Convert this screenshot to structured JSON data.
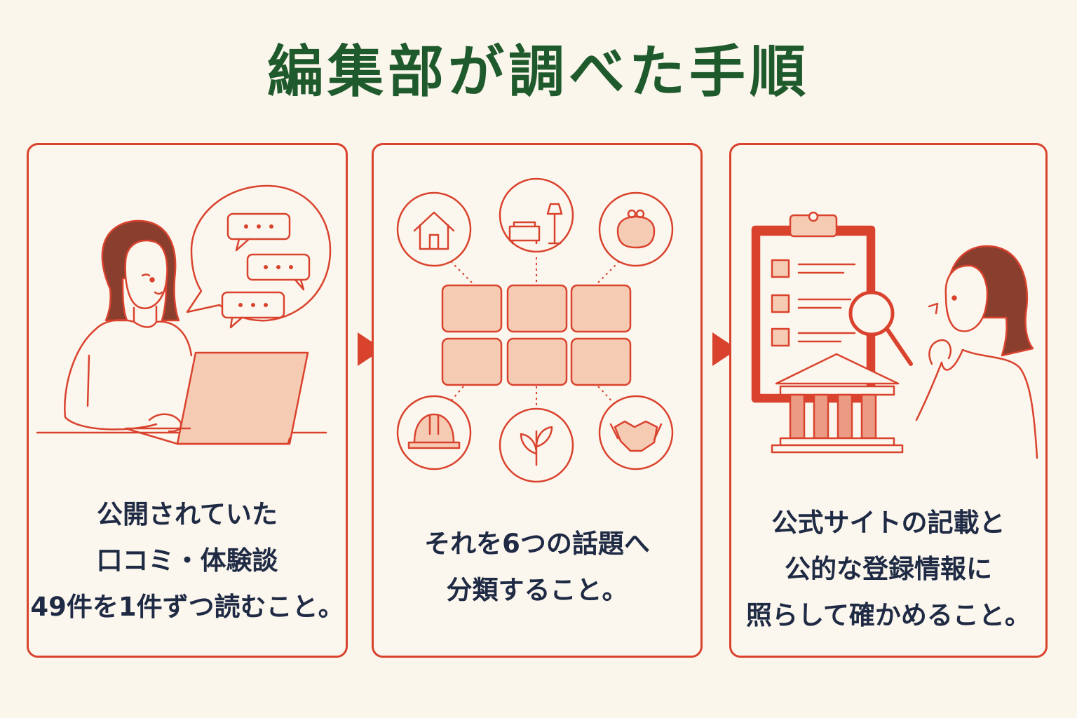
{
  "title": "編集部が調べた手順",
  "colors": {
    "accent": "#d9432e",
    "title": "#1f5a2c",
    "text": "#1f2a44",
    "fill": "#f6cbb4",
    "background": "#fbf6ec"
  },
  "steps": [
    {
      "lines": [
        "公開されていた",
        "口コミ・体験談",
        "49件を1件ずつ読むこと。"
      ],
      "icons": [
        "woman-reading-laptop-icon",
        "speech-bubbles-icon"
      ]
    },
    {
      "lines": [
        "それを6つの話題へ",
        "分類すること。"
      ],
      "icons": [
        "house-icon",
        "furniture-icon",
        "purse-icon",
        "hard-hat-icon",
        "plant-icon",
        "handshake-icon"
      ]
    },
    {
      "lines": [
        "公式サイトの記載と",
        "公的な登録情報に",
        "照らして確かめること。"
      ],
      "icons": [
        "clipboard-checklist-icon",
        "magnifier-icon",
        "government-building-icon",
        "thinking-woman-icon"
      ]
    }
  ]
}
